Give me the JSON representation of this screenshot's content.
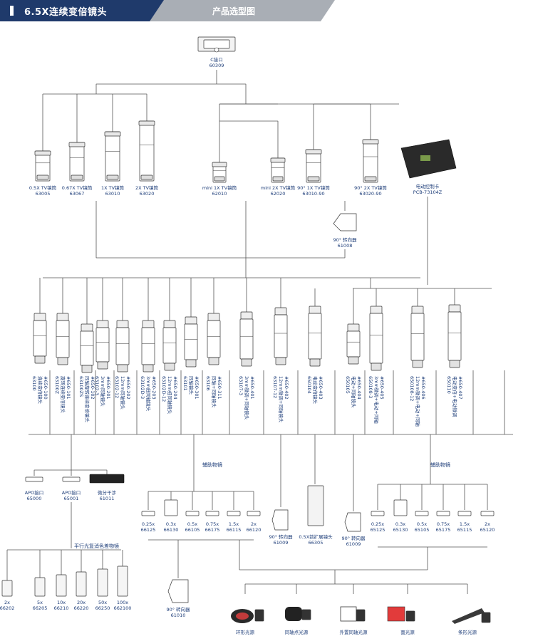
{
  "header": {
    "title": "6.5X连续变倍镜头",
    "subtitle": "产品选型图"
  },
  "colors": {
    "header_dark": "#1f3a6b",
    "header_gray": "#a9aeb5",
    "label": "#1c3c78",
    "line": "#555555"
  },
  "top": {
    "name": "C接口",
    "code": "60309"
  },
  "tv_tubes": [
    {
      "name": "0.5X TV镜筒",
      "code": "63005"
    },
    {
      "name": "0.67X TV镜筒",
      "code": "63067"
    },
    {
      "name": "1X TV镜筒",
      "code": "63010"
    },
    {
      "name": "2X TV镜筒",
      "code": "63020"
    },
    {
      "name": "mini 1X TV镜筒",
      "code": "62010"
    },
    {
      "name": "mini 2X TV镜筒",
      "code": "62020"
    },
    {
      "name": "90° 1X TV镜筒",
      "code": "63010-90"
    },
    {
      "name": "90° 2X TV镜筒",
      "code": "63020-90"
    }
  ],
  "controller": {
    "name": "电动控制卡",
    "code": "PCB-73104Z"
  },
  "redirector_top": {
    "name": "90° 转向器",
    "code": "61008"
  },
  "bodies": [
    {
      "name": "#650-100",
      "desc": "连续变倍镜头",
      "code": "63100"
    },
    {
      "name": "#650-101",
      "desc": "旋转连续变倍镜头",
      "code": "63100Z"
    },
    {
      "name": "#650-102",
      "desc": "同轴旋转连续变倍镜头",
      "code": "63100ZS"
    },
    {
      "name": "#650-201",
      "desc": "3mm同轴镜头",
      "code": "63102-3"
    },
    {
      "name": "#650-202",
      "desc": "12mm同轴镜头",
      "code": "63102-12"
    },
    {
      "name": "#650-203",
      "desc": "3mm细同轴镜头",
      "code": "63102D-3"
    },
    {
      "name": "#650-204",
      "desc": "12mm细同轴镜头",
      "code": "63102D-12"
    },
    {
      "name": "#650-301",
      "desc": "同轴镜头",
      "code": "63101"
    },
    {
      "name": "#650-311",
      "desc": "同轴+同轴镜头",
      "code": "63106"
    },
    {
      "name": "#650-401",
      "desc": "3mm微调+同轴镜头",
      "code": "63107-3"
    },
    {
      "name": "#650-402",
      "desc": "12mm微调+同轴镜头",
      "code": "63107-12"
    },
    {
      "name": "#650-403",
      "desc": "电动变倍镜头",
      "code": "650104"
    },
    {
      "name": "#650-404",
      "desc": "电动+同轴镜头",
      "code": "650105"
    },
    {
      "name": "#650-405",
      "desc": "3mm微调+电动+同轴",
      "code": "650108-3"
    },
    {
      "name": "#650-406",
      "desc": "12mm微调+电动+同轴",
      "code": "650108-12"
    },
    {
      "name": "#650-407",
      "desc": "电动变倍+电动微调",
      "code": "650110"
    }
  ],
  "adapters": [
    {
      "name": "APO接口",
      "code": "65000"
    },
    {
      "name": "APO接口",
      "code": "65001"
    },
    {
      "name": "微分干涉",
      "code": "61011"
    }
  ],
  "aux_label_left": "辅助物镜",
  "aux_label_right": "辅助物镜",
  "aux_left": [
    {
      "name": "0.25x",
      "code": "66125"
    },
    {
      "name": "0.3x",
      "code": "66130"
    },
    {
      "name": "0.5x",
      "code": "66105"
    },
    {
      "name": "0.75x",
      "code": "66175"
    },
    {
      "name": "1.5x",
      "code": "66115"
    },
    {
      "name": "2x",
      "code": "66120"
    }
  ],
  "aux_right": [
    {
      "name": "0.25x",
      "code": "65125"
    },
    {
      "name": "0.3x",
      "code": "65130"
    },
    {
      "name": "0.5x",
      "code": "65105"
    },
    {
      "name": "0.75x",
      "code": "65175"
    },
    {
      "name": "1.5x",
      "code": "65115"
    },
    {
      "name": "2x",
      "code": "65120"
    }
  ],
  "redirect_a": {
    "name": "90° 转向器",
    "code": "61009"
  },
  "expander": {
    "name": "0.5X前扩展镜头",
    "code": "66305"
  },
  "redirect_b": {
    "name": "90° 转向器",
    "code": "61009"
  },
  "parallel_label": "平行光复消色差物镜",
  "objectives": [
    {
      "name": "2x",
      "code": "66202"
    },
    {
      "name": "5x",
      "code": "66205"
    },
    {
      "name": "10x",
      "code": "66210"
    },
    {
      "name": "20x",
      "code": "66220"
    },
    {
      "name": "50x",
      "code": "66250"
    },
    {
      "name": "100x",
      "code": "662100"
    }
  ],
  "redirect_c": {
    "name": "90° 转向器",
    "code": "61010"
  },
  "lights": [
    {
      "name": "环形光源"
    },
    {
      "name": "同轴点光源"
    },
    {
      "name": "外置同轴光源"
    },
    {
      "name": "面光源"
    },
    {
      "name": "条形光源"
    }
  ]
}
